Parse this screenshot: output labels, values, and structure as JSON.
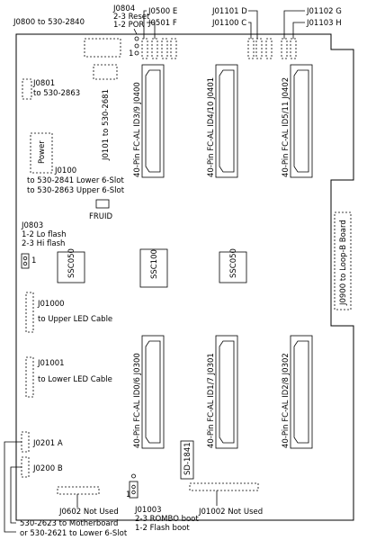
{
  "labels": {
    "j0800": "J0800 to 530-2840",
    "j0804_title": "J0804",
    "j0804_reset": "2-3 Reset",
    "j0804_por": "1-2 POR",
    "j0500_e": "J0500  E",
    "j0501_f": "J0501  F",
    "j01101_d": "J01101    D",
    "j01100_c": "J01100    C",
    "j01102_g": "J01102  G",
    "j01103_h": "J01103  H",
    "pin1_top": "1",
    "j0801_a": "J0801",
    "j0801_b": "to 530-2863",
    "j0101": "J0101  to  530-2681",
    "power": "Power",
    "j0100": "J0100",
    "j0100_lower": "to 530-2841 Lower 6-Slot",
    "j0100_upper": "to 530-2863 Upper 6-Slot",
    "fruid": "FRUID",
    "j0803_title": "J0803",
    "j0803_lo": "1-2 Lo flash",
    "j0803_hi": "2-3 Hi flash",
    "pin1_j0803": "1",
    "ssc050_left": "SSC050",
    "ssc100": "SSC100",
    "ssc050_right": "SSC050",
    "j0900": "J0900 to Loop-B Board",
    "j01000_a": "J01000",
    "j01000_b": "to Upper LED Cable",
    "j01001_a": "J01001",
    "j01001_b": "to Lower LED Cable",
    "j0201": "J0201  A",
    "j0200": "J0200  B",
    "sd": "SD-1841",
    "j0602": "J0602  Not Used",
    "j01002": "J01002  Not Used",
    "j01003_title": "J01003",
    "j01003_rombo": "2-3 ROMBO boot",
    "j01003_flash": "1-2 Flash boot",
    "motherboard": "530-2623 to Motherboard",
    "lower6": "or 530-2621 to Lower 6-Slot",
    "conn_j0400": "40-Pin FC-AL ID3/9 J0400",
    "conn_j0401": "40-Pin FC-AL ID4/10 J0401",
    "conn_j0402": "40-Pin FC-AL ID5/11 J0402",
    "conn_j0300": "40-Pin FC-AL ID0/6 J0300",
    "conn_j0301": "40-Pin FC-AL ID1/7 J0301",
    "conn_j0302": "40-Pin FC-AL ID2/8 J0302"
  }
}
